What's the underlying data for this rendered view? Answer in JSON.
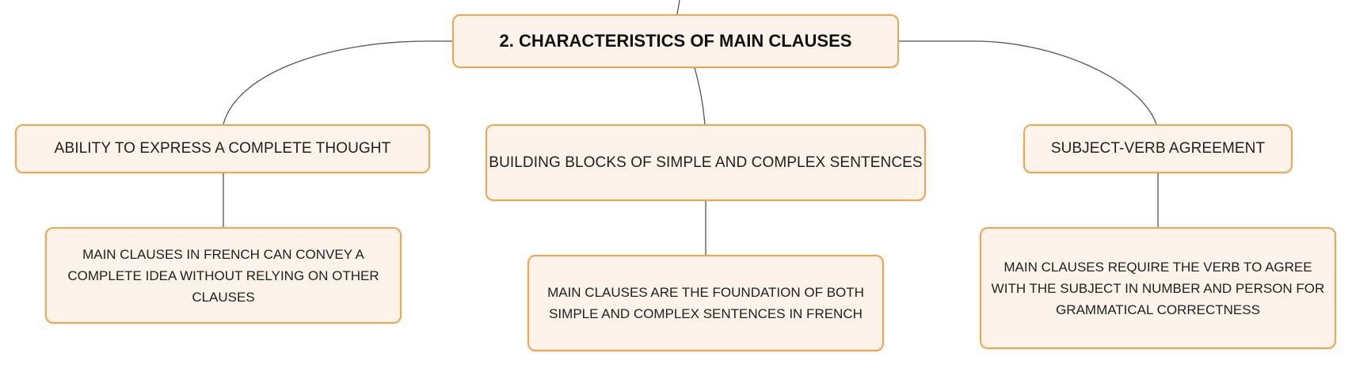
{
  "root": {
    "title": "2. CHARACTERISTICS OF MAIN CLAUSES"
  },
  "topics": [
    {
      "label": "ABILITY TO EXPRESS A COMPLETE THOUGHT",
      "detail": "MAIN CLAUSES IN FRENCH CAN CONVEY A COMPLETE IDEA WITHOUT RELYING ON OTHER CLAUSES"
    },
    {
      "label": "BUILDING BLOCKS OF SIMPLE AND COMPLEX SENTENCES",
      "detail": "MAIN CLAUSES ARE THE FOUNDATION OF BOTH SIMPLE AND COMPLEX SENTENCES IN FRENCH"
    },
    {
      "label": "SUBJECT-VERB AGREEMENT",
      "detail": "MAIN CLAUSES REQUIRE THE VERB TO AGREE WITH THE SUBJECT IN NUMBER AND PERSON FOR GRAMMATICAL CORRECTNESS"
    }
  ],
  "colors": {
    "node_fill": "#fdf3ea",
    "node_border": "#f2a54a",
    "connector": "#555555"
  }
}
